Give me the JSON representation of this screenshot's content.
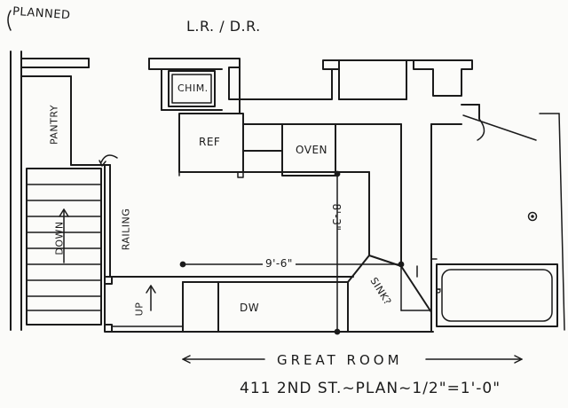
{
  "annotations": {
    "planned": "PLANNED",
    "room_lr_dr": "L.R. / D.R.",
    "pantry": "PANTRY",
    "chimney": "CHIM.",
    "refrigerator": "REF",
    "oven": "OVEN",
    "dimension_vertical": "8'-3\"",
    "dimension_horizontal": "9'-6\"",
    "down": "DOWN",
    "railing": "RAILING",
    "up": "UP",
    "dishwasher": "DW",
    "sink": "SINK?",
    "great_room": "GREAT ROOM",
    "plan_title": "411 2ND ST.~PLAN~1/2\"=1'-0\""
  },
  "colors": {
    "ink": "#1b1b1b",
    "paper": "#fbfbf9"
  }
}
